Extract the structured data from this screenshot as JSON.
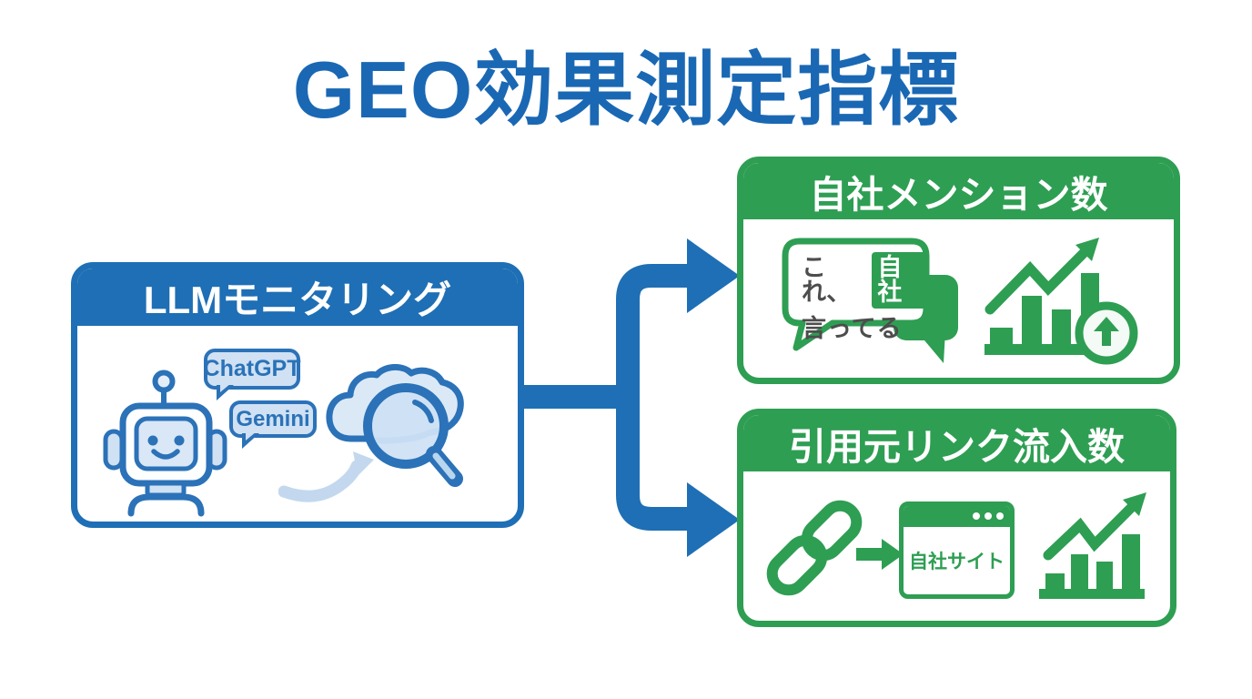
{
  "title": "GEO効果測定指標",
  "colors": {
    "blue_primary": "#1e6fb5",
    "blue_title": "#1a68b4",
    "light_blue_fill": "#cfe1f3",
    "green_primary": "#2e9e53",
    "gray_text": "#4d4d4d",
    "white": "#ffffff"
  },
  "left_box": {
    "header": "LLMモニタリング",
    "chat_bubbles": [
      "ChatGPT",
      "Gemini"
    ]
  },
  "right_top_box": {
    "header": "自社メンション数",
    "mention_bubble": {
      "line1_prefix": "これ、",
      "line1_highlight": "自社",
      "line2": "言ってる"
    }
  },
  "right_bottom_box": {
    "header": "引用元リンク流入数",
    "site_label": "自社サイト"
  },
  "icons": {
    "robot-icon": "smiling robot head with antenna",
    "cloud-search-icon": "cloud with magnifying glass",
    "curved-arrow-icon": "light blue curved arrow",
    "mention-bubbles-icon": "two overlapping speech bubbles",
    "chart-up-icon": "bar chart with rising trend arrow",
    "up-circle-icon": "circled up arrow",
    "link-icon": "chain link",
    "arrow-right-icon": "short right arrow",
    "browser-icon": "browser window",
    "flow-arrows": "blue connector splitting to two arrows"
  }
}
